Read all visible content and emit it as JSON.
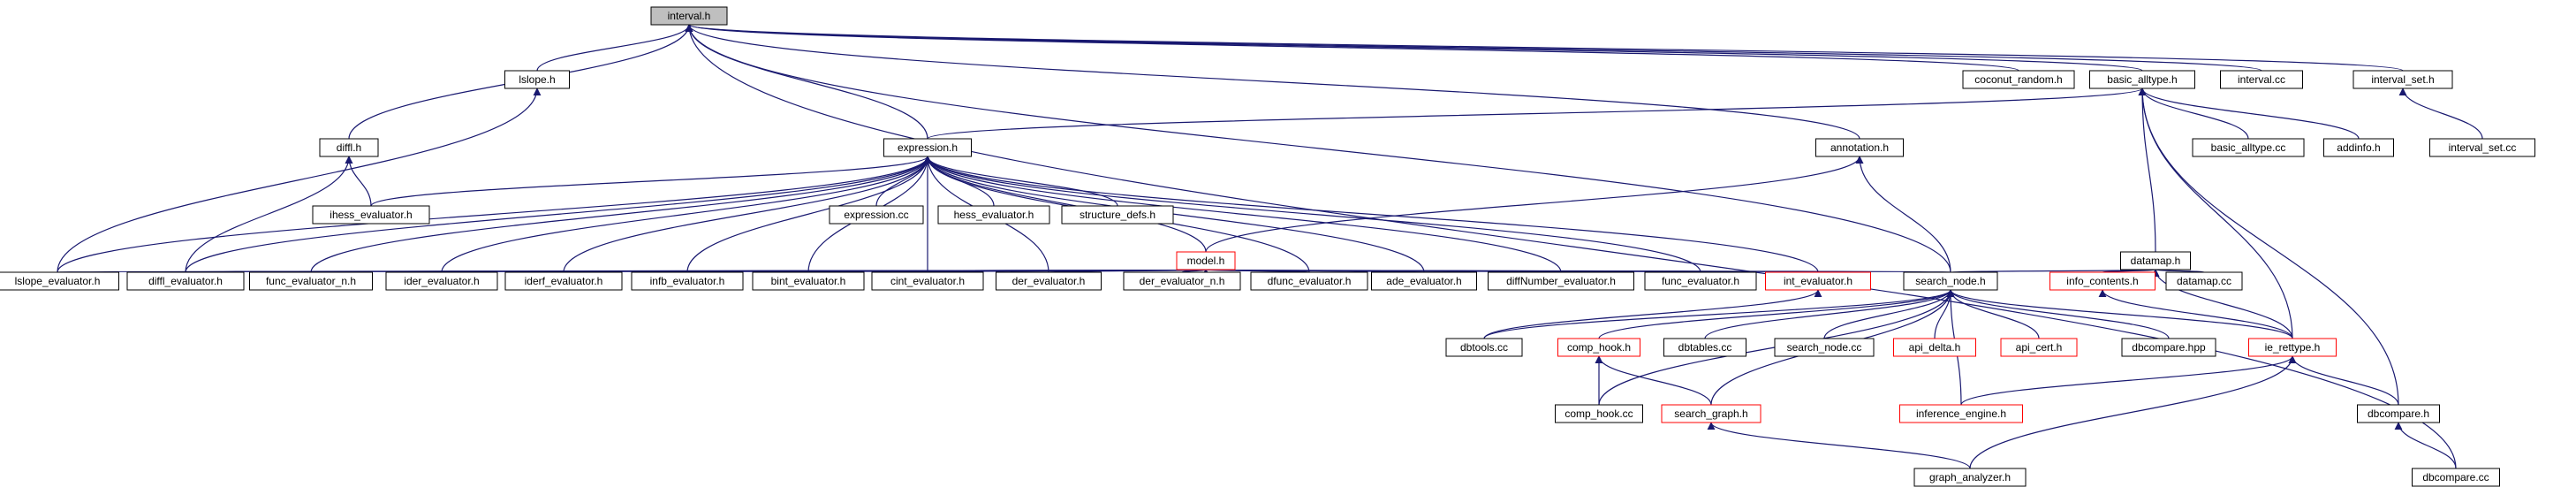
{
  "colors": {
    "edge": "#191970",
    "node_border": "#000000",
    "node_border_highlight": "#ff0000",
    "root_fill": "#bfbfbf",
    "node_fill": "#ffffff"
  },
  "nodes": [
    {
      "id": "interval_h",
      "label": "interval.h",
      "style": "root"
    },
    {
      "id": "lslope_h",
      "label": "lslope.h",
      "style": "normal"
    },
    {
      "id": "coconut_random_h",
      "label": "coconut_random.h",
      "style": "normal"
    },
    {
      "id": "basic_alltype_h",
      "label": "basic_alltype.h",
      "style": "normal"
    },
    {
      "id": "interval_cc",
      "label": "interval.cc",
      "style": "normal"
    },
    {
      "id": "interval_set_h",
      "label": "interval_set.h",
      "style": "normal"
    },
    {
      "id": "diffl_h",
      "label": "diffl.h",
      "style": "normal"
    },
    {
      "id": "expression_h",
      "label": "expression.h",
      "style": "normal"
    },
    {
      "id": "annotation_h",
      "label": "annotation.h",
      "style": "normal"
    },
    {
      "id": "basic_alltype_cc",
      "label": "basic_alltype.cc",
      "style": "normal"
    },
    {
      "id": "addinfo_h",
      "label": "addinfo.h",
      "style": "normal"
    },
    {
      "id": "interval_set_cc",
      "label": "interval_set.cc",
      "style": "normal"
    },
    {
      "id": "ihess_evaluator_h",
      "label": "ihess_evaluator.h",
      "style": "normal"
    },
    {
      "id": "expression_cc",
      "label": "expression.cc",
      "style": "normal"
    },
    {
      "id": "hess_evaluator_h",
      "label": "hess_evaluator.h",
      "style": "normal"
    },
    {
      "id": "structure_defs_h",
      "label": "structure_defs.h",
      "style": "normal"
    },
    {
      "id": "model_h",
      "label": "model.h",
      "style": "highlight"
    },
    {
      "id": "datamap_h",
      "label": "datamap.h",
      "style": "normal"
    },
    {
      "id": "lslope_evaluator_h",
      "label": "lslope_evaluator.h",
      "style": "normal"
    },
    {
      "id": "diffl_evaluator_h",
      "label": "diffl_evaluator.h",
      "style": "normal"
    },
    {
      "id": "func_evaluator_n_h",
      "label": "func_evaluator_n.h",
      "style": "normal"
    },
    {
      "id": "ider_evaluator_h",
      "label": "ider_evaluator.h",
      "style": "normal"
    },
    {
      "id": "iderf_evaluator_h",
      "label": "iderf_evaluator.h",
      "style": "normal"
    },
    {
      "id": "infb_evaluator_h",
      "label": "infb_evaluator.h",
      "style": "normal"
    },
    {
      "id": "bint_evaluator_h",
      "label": "bint_evaluator.h",
      "style": "normal"
    },
    {
      "id": "cint_evaluator_h",
      "label": "cint_evaluator.h",
      "style": "normal"
    },
    {
      "id": "der_evaluator_h",
      "label": "der_evaluator.h",
      "style": "normal"
    },
    {
      "id": "der_evaluator_n_h",
      "label": "der_evaluator_n.h",
      "style": "normal"
    },
    {
      "id": "dfunc_evaluator_h",
      "label": "dfunc_evaluator.h",
      "style": "normal"
    },
    {
      "id": "ade_evaluator_h",
      "label": "ade_evaluator.h",
      "style": "normal"
    },
    {
      "id": "diffnumber_evaluator_h",
      "label": "diffNumber_evaluator.h",
      "style": "normal"
    },
    {
      "id": "func_evaluator_h",
      "label": "func_evaluator.h",
      "style": "normal"
    },
    {
      "id": "int_evaluator_h",
      "label": "int_evaluator.h",
      "style": "highlight"
    },
    {
      "id": "search_node_h",
      "label": "search_node.h",
      "style": "normal"
    },
    {
      "id": "info_contents_h",
      "label": "info_contents.h",
      "style": "highlight"
    },
    {
      "id": "datamap_cc",
      "label": "datamap.cc",
      "style": "normal"
    },
    {
      "id": "dbtools_cc",
      "label": "dbtools.cc",
      "style": "normal"
    },
    {
      "id": "comp_hook_h",
      "label": "comp_hook.h",
      "style": "highlight"
    },
    {
      "id": "dbtables_cc",
      "label": "dbtables.cc",
      "style": "normal"
    },
    {
      "id": "search_node_cc",
      "label": "search_node.cc",
      "style": "normal"
    },
    {
      "id": "api_delta_h",
      "label": "api_delta.h",
      "style": "highlight"
    },
    {
      "id": "api_cert_h",
      "label": "api_cert.h",
      "style": "highlight"
    },
    {
      "id": "dbcompare_hpp",
      "label": "dbcompare.hpp",
      "style": "normal"
    },
    {
      "id": "ie_rettype_h",
      "label": "ie_rettype.h",
      "style": "highlight"
    },
    {
      "id": "comp_hook_cc",
      "label": "comp_hook.cc",
      "style": "normal"
    },
    {
      "id": "search_graph_h",
      "label": "search_graph.h",
      "style": "highlight"
    },
    {
      "id": "inference_engine_h",
      "label": "inference_engine.h",
      "style": "highlight"
    },
    {
      "id": "dbcompare_h",
      "label": "dbcompare.h",
      "style": "normal"
    },
    {
      "id": "graph_analyzer_h",
      "label": "graph_analyzer.h",
      "style": "normal"
    },
    {
      "id": "dbcompare_cc",
      "label": "dbcompare.cc",
      "style": "normal"
    }
  ],
  "edges": [
    [
      "lslope_h",
      "interval_h"
    ],
    [
      "coconut_random_h",
      "interval_h"
    ],
    [
      "basic_alltype_h",
      "interval_h"
    ],
    [
      "interval_cc",
      "interval_h"
    ],
    [
      "interval_set_h",
      "interval_h"
    ],
    [
      "diffl_h",
      "interval_h"
    ],
    [
      "expression_h",
      "interval_h"
    ],
    [
      "annotation_h",
      "interval_h"
    ],
    [
      "search_node_h",
      "interval_h"
    ],
    [
      "dbcompare_cc",
      "interval_h"
    ],
    [
      "expression_h",
      "basic_alltype_h"
    ],
    [
      "basic_alltype_cc",
      "basic_alltype_h"
    ],
    [
      "addinfo_h",
      "basic_alltype_h"
    ],
    [
      "datamap_h",
      "basic_alltype_h"
    ],
    [
      "ie_rettype_h",
      "basic_alltype_h"
    ],
    [
      "dbcompare_h",
      "basic_alltype_h"
    ],
    [
      "interval_set_cc",
      "interval_set_h"
    ],
    [
      "ihess_evaluator_h",
      "diffl_h"
    ],
    [
      "diffl_evaluator_h",
      "diffl_h"
    ],
    [
      "lslope_evaluator_h",
      "lslope_h"
    ],
    [
      "model_h",
      "annotation_h"
    ],
    [
      "search_node_h",
      "annotation_h"
    ],
    [
      "expression_cc",
      "expression_h"
    ],
    [
      "hess_evaluator_h",
      "expression_h"
    ],
    [
      "structure_defs_h",
      "expression_h"
    ],
    [
      "model_h",
      "expression_h"
    ],
    [
      "ihess_evaluator_h",
      "expression_h"
    ],
    [
      "lslope_evaluator_h",
      "expression_h"
    ],
    [
      "diffl_evaluator_h",
      "expression_h"
    ],
    [
      "func_evaluator_n_h",
      "expression_h"
    ],
    [
      "ider_evaluator_h",
      "expression_h"
    ],
    [
      "iderf_evaluator_h",
      "expression_h"
    ],
    [
      "infb_evaluator_h",
      "expression_h"
    ],
    [
      "bint_evaluator_h",
      "expression_h"
    ],
    [
      "cint_evaluator_h",
      "expression_h"
    ],
    [
      "der_evaluator_h",
      "expression_h"
    ],
    [
      "dfunc_evaluator_h",
      "expression_h"
    ],
    [
      "ade_evaluator_h",
      "expression_h"
    ],
    [
      "diffnumber_evaluator_h",
      "expression_h"
    ],
    [
      "func_evaluator_h",
      "expression_h"
    ],
    [
      "int_evaluator_h",
      "expression_h"
    ],
    [
      "lslope_evaluator_h",
      "model_h"
    ],
    [
      "diffl_evaluator_h",
      "model_h"
    ],
    [
      "func_evaluator_n_h",
      "model_h"
    ],
    [
      "ider_evaluator_h",
      "model_h"
    ],
    [
      "iderf_evaluator_h",
      "model_h"
    ],
    [
      "infb_evaluator_h",
      "model_h"
    ],
    [
      "bint_evaluator_h",
      "model_h"
    ],
    [
      "cint_evaluator_h",
      "model_h"
    ],
    [
      "der_evaluator_h",
      "model_h"
    ],
    [
      "der_evaluator_n_h",
      "model_h"
    ],
    [
      "dfunc_evaluator_h",
      "model_h"
    ],
    [
      "ade_evaluator_h",
      "model_h"
    ],
    [
      "diffnumber_evaluator_h",
      "model_h"
    ],
    [
      "func_evaluator_h",
      "model_h"
    ],
    [
      "int_evaluator_h",
      "model_h"
    ],
    [
      "search_node_h",
      "model_h"
    ],
    [
      "search_node_h",
      "datamap_h"
    ],
    [
      "info_contents_h",
      "datamap_h"
    ],
    [
      "datamap_cc",
      "datamap_h"
    ],
    [
      "dbtools_cc",
      "int_evaluator_h"
    ],
    [
      "dbtools_cc",
      "search_node_h"
    ],
    [
      "comp_hook_h",
      "search_node_h"
    ],
    [
      "dbtables_cc",
      "search_node_h"
    ],
    [
      "search_node_cc",
      "search_node_h"
    ],
    [
      "api_delta_h",
      "search_node_h"
    ],
    [
      "api_cert_h",
      "search_node_h"
    ],
    [
      "dbcompare_hpp",
      "search_node_h"
    ],
    [
      "ie_rettype_h",
      "search_node_h"
    ],
    [
      "search_graph_h",
      "search_node_h"
    ],
    [
      "inference_engine_h",
      "search_node_h"
    ],
    [
      "comp_hook_cc",
      "search_node_h"
    ],
    [
      "ie_rettype_h",
      "info_contents_h"
    ],
    [
      "ie_rettype_h",
      "datamap_h"
    ],
    [
      "comp_hook_cc",
      "comp_hook_h"
    ],
    [
      "search_graph_h",
      "comp_hook_h"
    ],
    [
      "inference_engine_h",
      "ie_rettype_h"
    ],
    [
      "dbcompare_h",
      "ie_rettype_h"
    ],
    [
      "graph_analyzer_h",
      "ie_rettype_h"
    ],
    [
      "graph_analyzer_h",
      "search_graph_h"
    ],
    [
      "dbcompare_cc",
      "dbcompare_h"
    ]
  ]
}
